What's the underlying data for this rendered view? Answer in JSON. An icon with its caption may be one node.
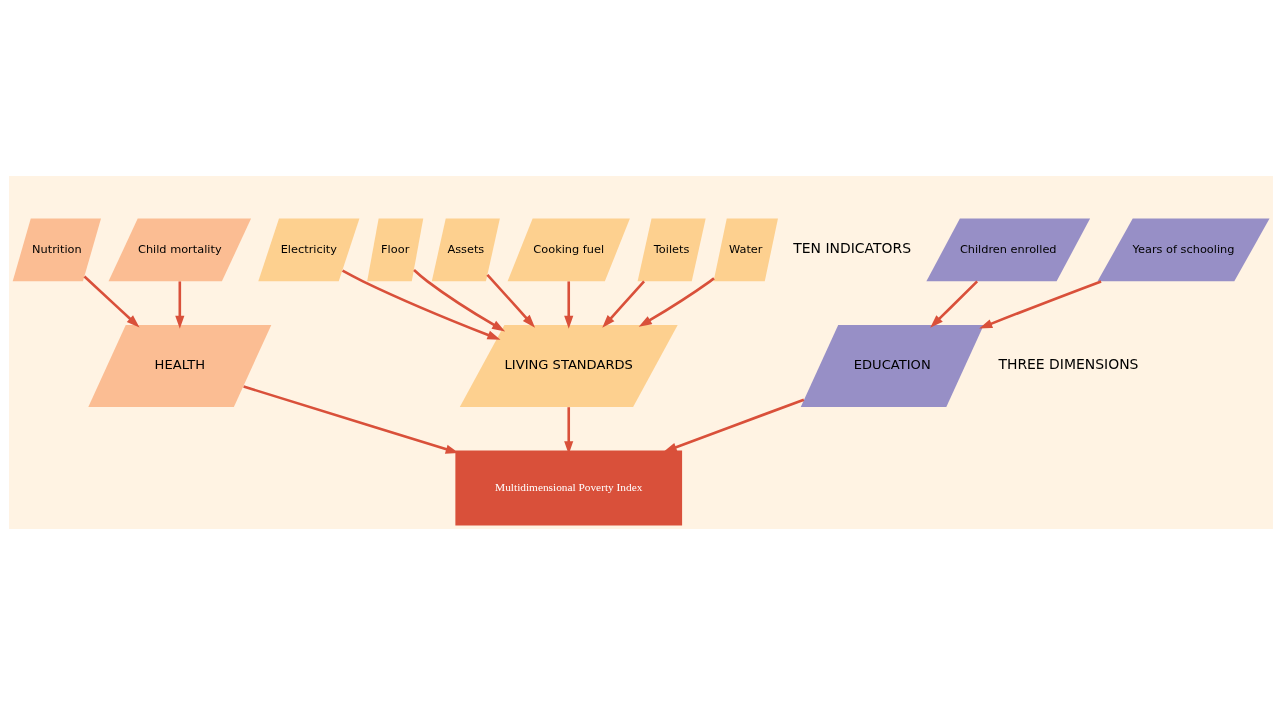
{
  "diagram": {
    "nodes": [
      {
        "text": [
          "Nutrition"
        ]
      },
      {
        "text": [
          "Child mortality"
        ]
      },
      {
        "text": [
          "Years of schooling"
        ]
      },
      {
        "text": [
          "Children enrolled"
        ]
      },
      {
        "text": [
          "Cooking fuel"
        ]
      },
      {
        "text": [
          "Toilets"
        ]
      },
      {
        "text": [
          "Water"
        ]
      },
      {
        "text": [
          "Electricity"
        ]
      },
      {
        "text": [
          "Floor"
        ]
      },
      {
        "text": [
          "Assets"
        ]
      },
      {
        "text": [
          "HEALTH"
        ]
      },
      {
        "text": [
          "EDUCATION"
        ]
      },
      {
        "text": [
          "LIVING STANDARDS"
        ]
      },
      {
        "text": [
          "Multidimensional Poverty Index"
        ]
      }
    ],
    "edges": [
      {
        "from": 0,
        "to": 10,
        "arrow": "to"
      },
      {
        "from": 1,
        "to": 10,
        "arrow": "to"
      },
      {
        "from": 2,
        "to": 11,
        "arrow": "to"
      },
      {
        "from": 3,
        "to": 11,
        "arrow": "to"
      },
      {
        "from": 4,
        "to": 12,
        "arrow": "to"
      },
      {
        "from": 5,
        "to": 12,
        "arrow": "to"
      },
      {
        "from": 6,
        "to": 12,
        "arrow": "to"
      },
      {
        "from": 7,
        "to": 12,
        "arrow": "to"
      },
      {
        "from": 8,
        "to": 12,
        "arrow": "to"
      },
      {
        "from": 9,
        "to": 12,
        "arrow": "to"
      },
      {
        "from": 10,
        "to": 13,
        "arrow": "to"
      },
      {
        "from": 11,
        "to": 13,
        "arrow": "to"
      },
      {
        "from": 12,
        "to": 13,
        "arrow": "to"
      }
    ],
    "labels": [
      "TEN INDICATORS",
      "THREE DIMENSIONS"
    ]
  }
}
